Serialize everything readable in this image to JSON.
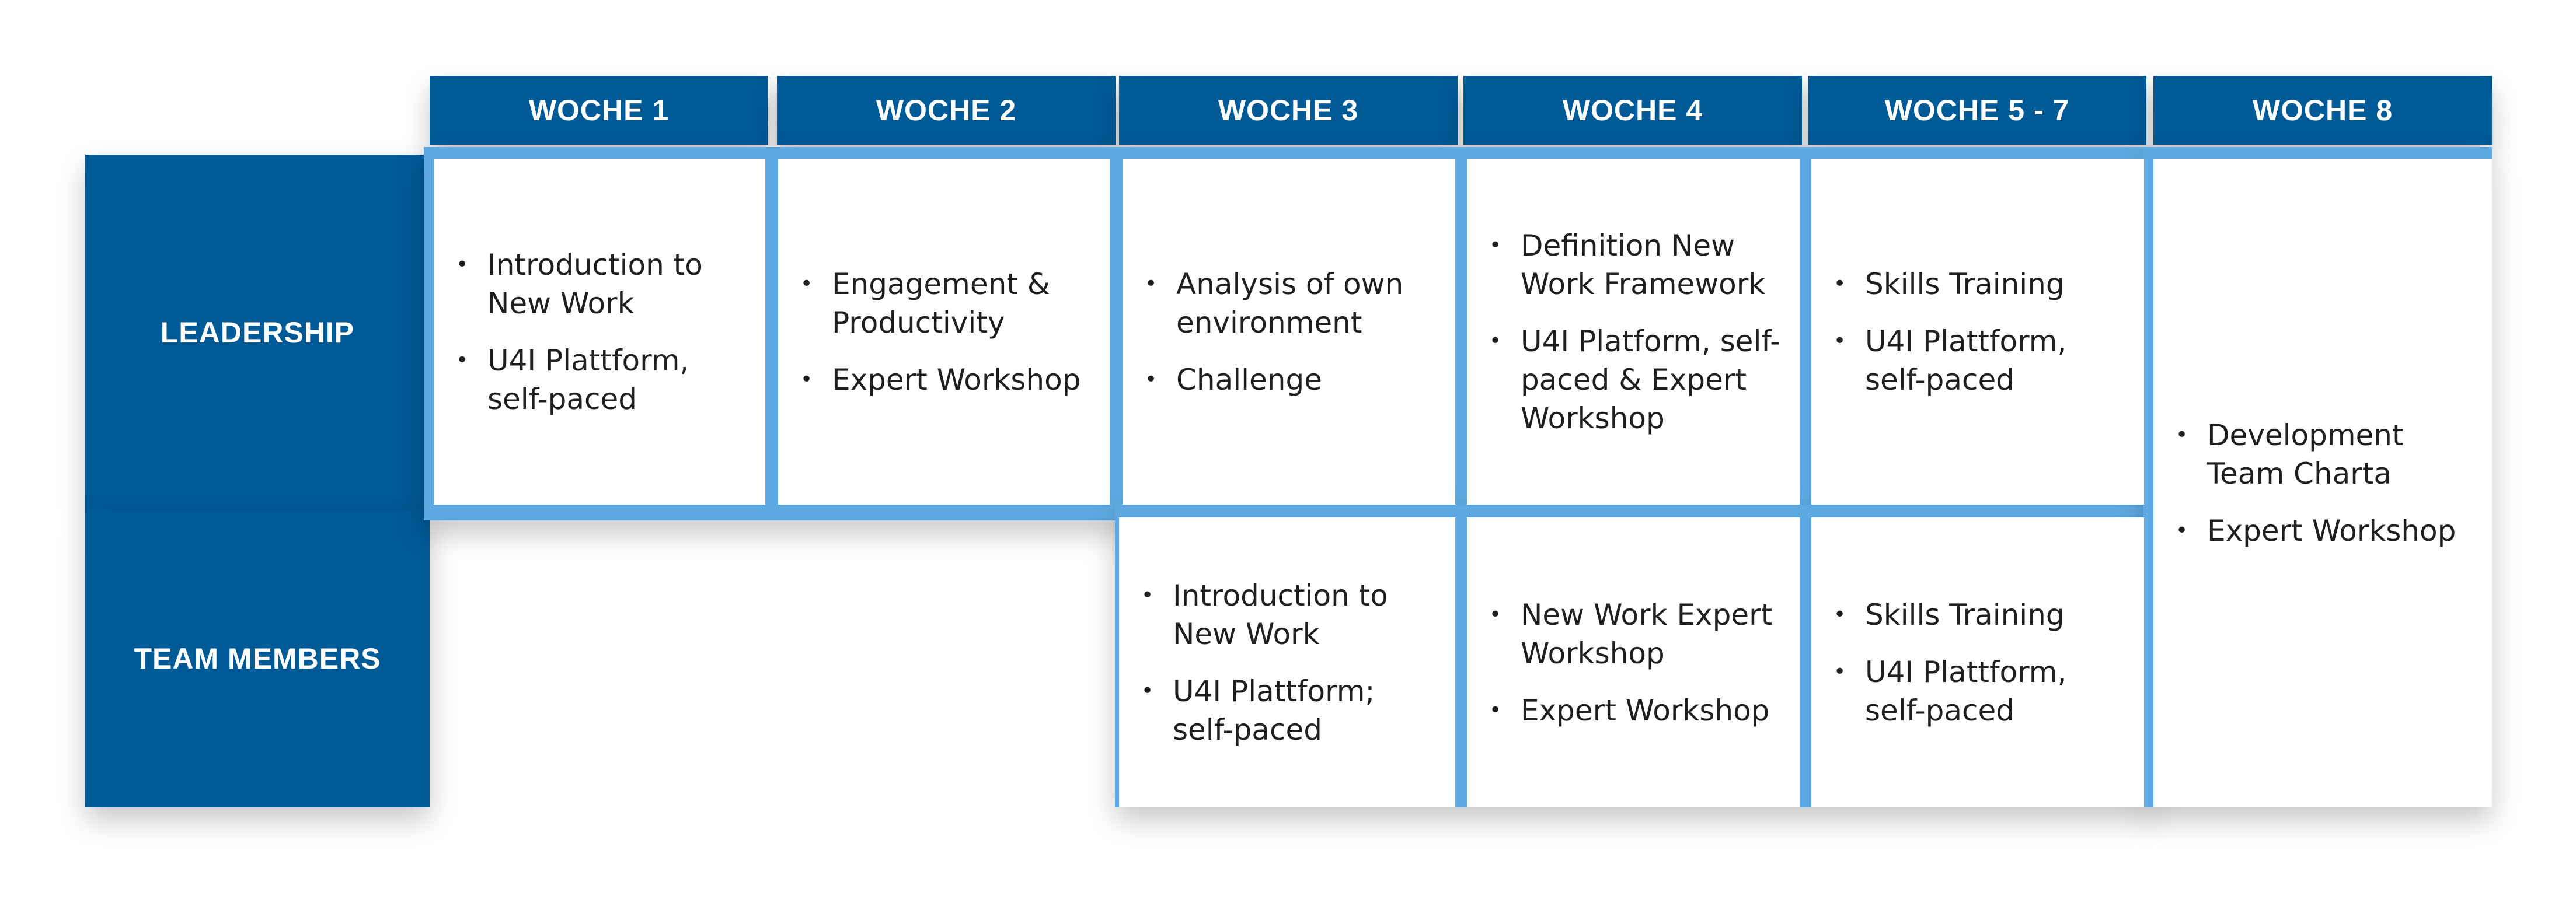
{
  "columns": [
    {
      "id": "w1",
      "label": "WOCHE 1"
    },
    {
      "id": "w2",
      "label": "WOCHE 2"
    },
    {
      "id": "w3",
      "label": "WOCHE 3"
    },
    {
      "id": "w4",
      "label": "WOCHE 4"
    },
    {
      "id": "w57",
      "label": "WOCHE 5 - 7"
    },
    {
      "id": "w8",
      "label": "WOCHE 8"
    }
  ],
  "rows": {
    "leadership": "LEADERSHIP",
    "team_members": "TEAM MEMBERS"
  },
  "cells": {
    "leadership": {
      "w1": [
        "Introduction to New Work",
        "U4I Plattform, self-paced"
      ],
      "w2": [
        "Engagement & Productivity",
        "Expert Workshop"
      ],
      "w3": [
        "Analysis of own environment",
        "Challenge"
      ],
      "w4": [
        "Definition New Work Framework",
        "U4I Platform, self-paced & Expert Workshop"
      ],
      "w57": [
        "Skills Training",
        "U4I Plattform, self-paced"
      ]
    },
    "team_members": {
      "w3": [
        "Introduction to New Work",
        "U4I Plattform; self-paced"
      ],
      "w4": [
        "New Work Expert Workshop",
        "Expert Workshop"
      ],
      "w57": [
        "Skills Training",
        "U4I Plattform, self-paced"
      ]
    },
    "both": {
      "w8": [
        "Development Team Charta",
        "Expert Workshop"
      ]
    }
  },
  "colors": {
    "header_blue": "#005a96",
    "grid_light_blue": "#5ea9e2",
    "cell_bg": "#ffffff",
    "text": "#1f1f1f"
  }
}
